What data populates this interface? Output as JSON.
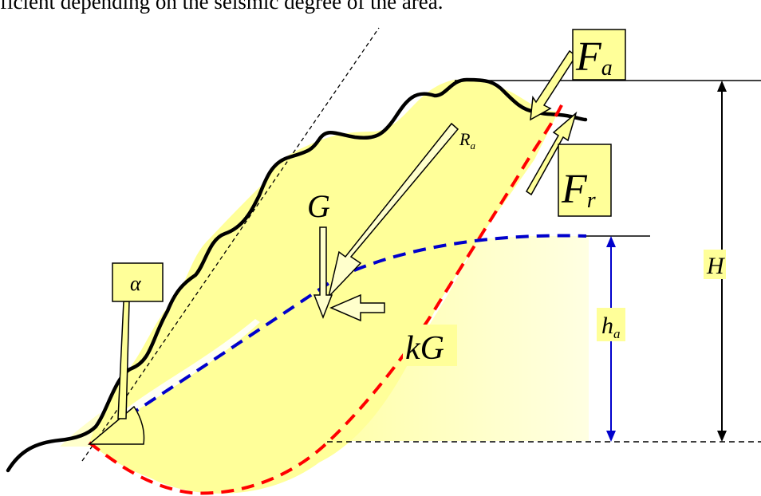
{
  "caption": "ficient depending on the seismic degree of the area.",
  "labels": {
    "Fa": {
      "main": "F",
      "sub": "a"
    },
    "Fr": {
      "main": "F",
      "sub": "r"
    },
    "Ra": {
      "main": "R",
      "sub": "a"
    },
    "G": "G",
    "kG": "kG",
    "alpha": "α",
    "H": "H",
    "ha": {
      "main": "h",
      "sub": "a"
    }
  },
  "colors": {
    "slide_fill": "#ffff99",
    "light_fill": "#ffffcc",
    "label_box": "#ffff99",
    "slip_surface": "#ff0000",
    "phreatic_line": "#0000cc",
    "dimension_ha": "#0000cc",
    "outline": "#000000"
  }
}
